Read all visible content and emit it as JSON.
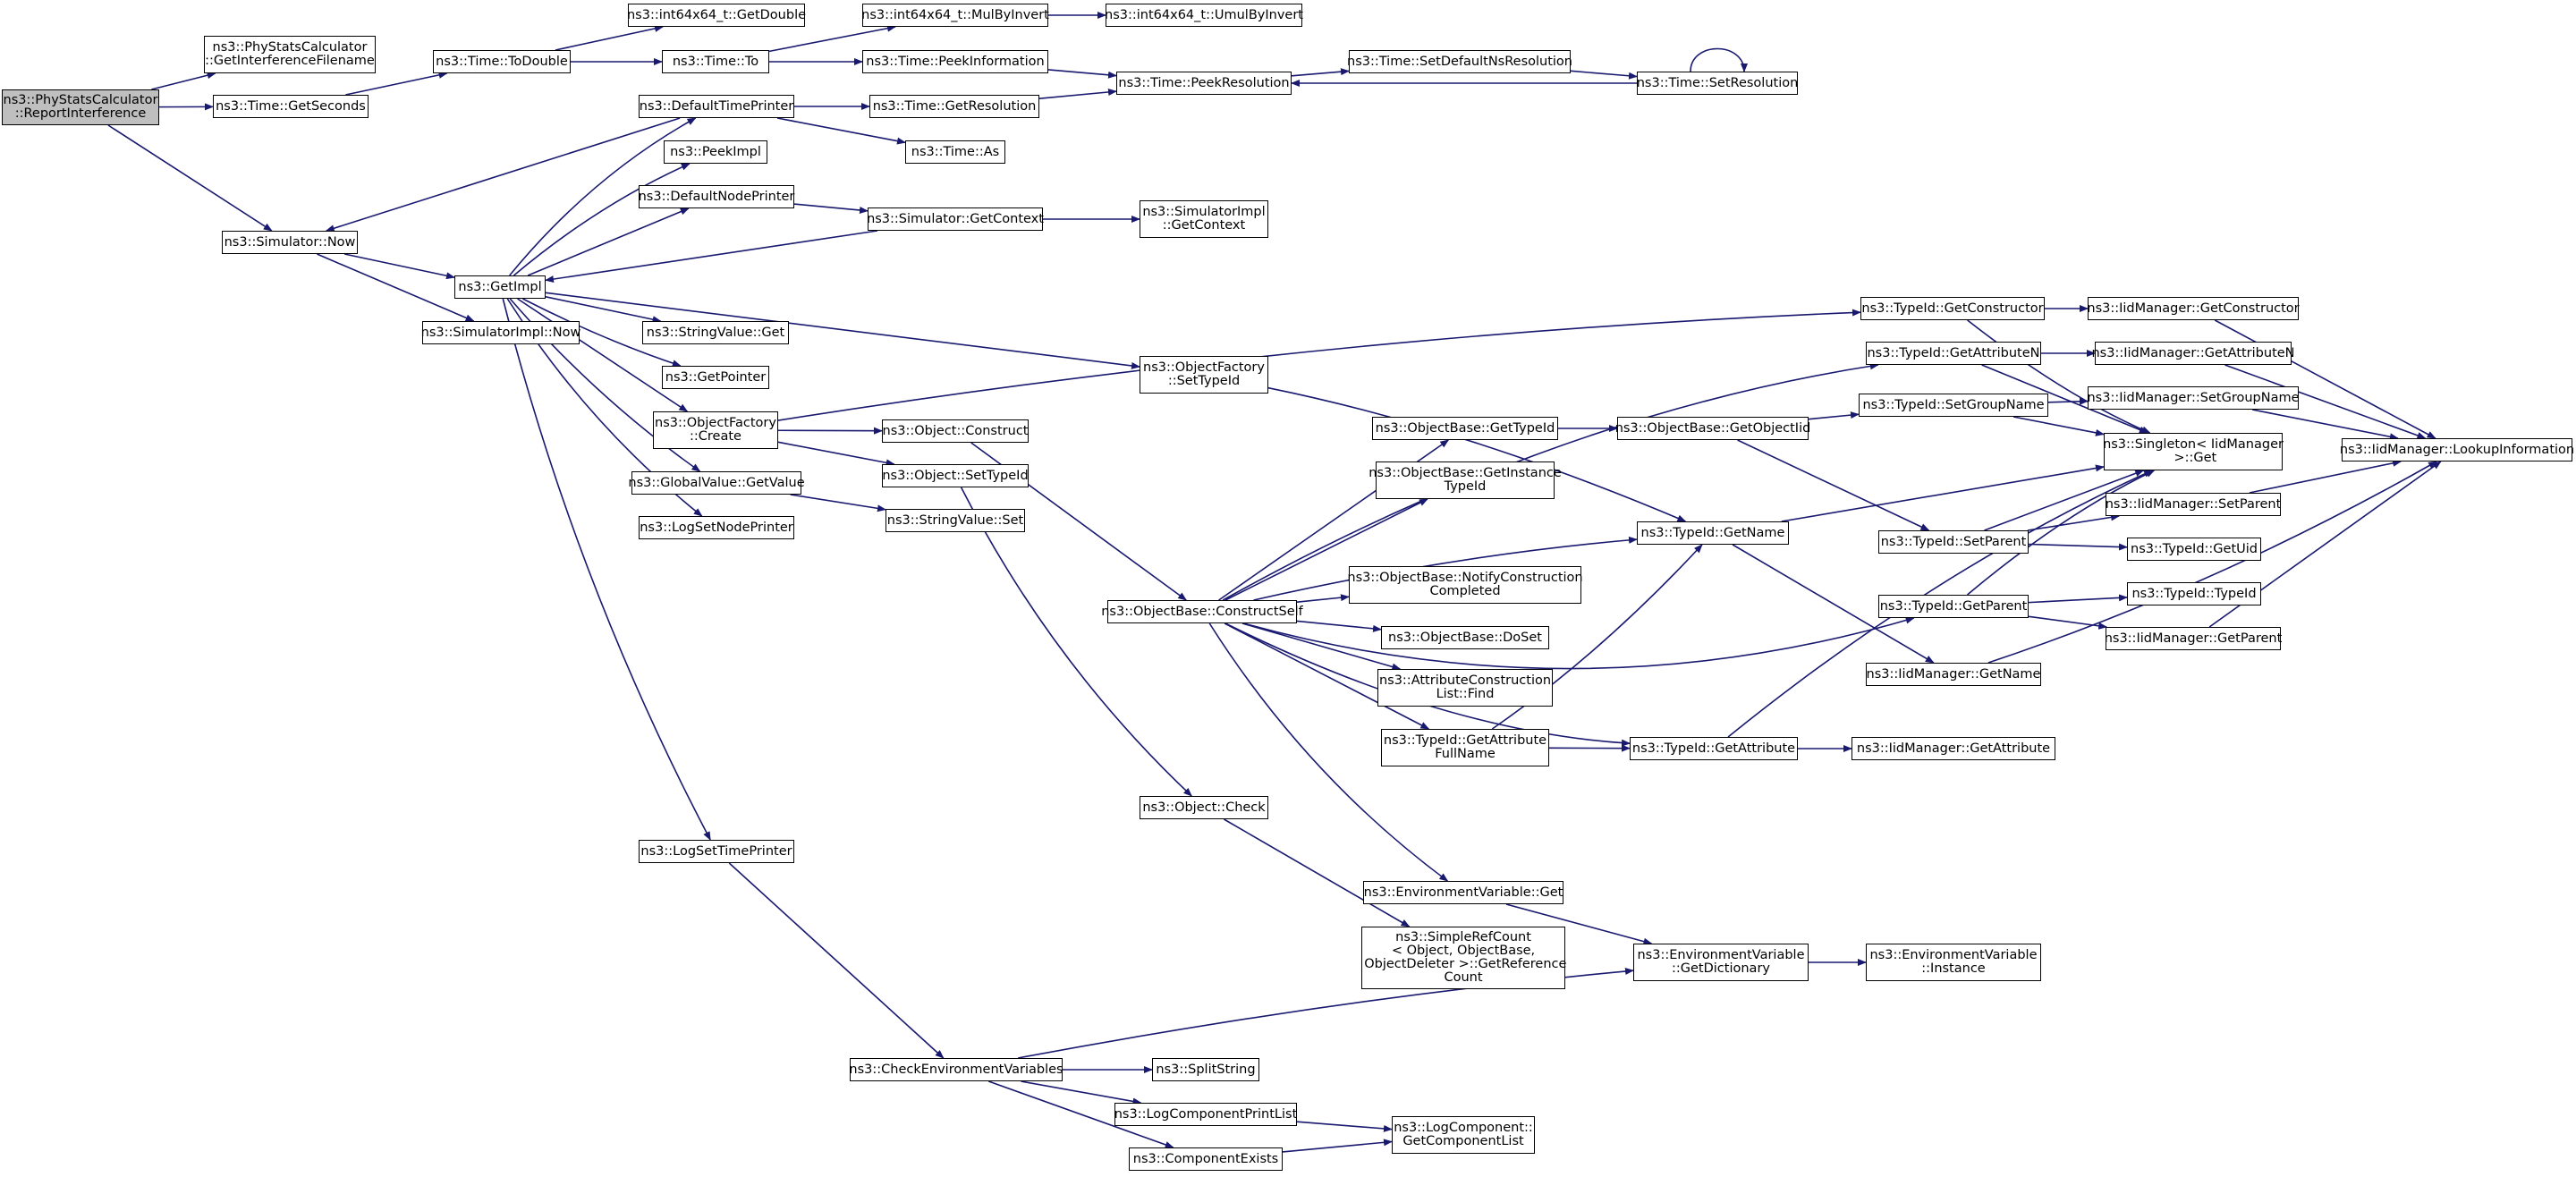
{
  "colors": {
    "edge": "#191970",
    "node_border": "#000000",
    "root_fill": "#bfbfbf",
    "node_fill": "#ffffff"
  },
  "nodes": [
    {
      "id": "report",
      "label": "ns3::PhyStatsCalculator\n::ReportInterference",
      "root": true
    },
    {
      "id": "getinterf",
      "label": "ns3::PhyStatsCalculator\n::GetInterferenceFilename"
    },
    {
      "id": "getseconds",
      "label": "ns3::Time::GetSeconds"
    },
    {
      "id": "todouble",
      "label": "ns3::Time::ToDouble"
    },
    {
      "id": "int_getdouble",
      "label": "ns3::int64x64_t::GetDouble"
    },
    {
      "id": "time_to",
      "label": "ns3::Time::To"
    },
    {
      "id": "mulbyinvert",
      "label": "ns3::int64x64_t::MulByInvert"
    },
    {
      "id": "umulbyinvert",
      "label": "ns3::int64x64_t::UmulByInvert"
    },
    {
      "id": "peekinfo",
      "label": "ns3::Time::PeekInformation"
    },
    {
      "id": "peekres",
      "label": "ns3::Time::PeekResolution"
    },
    {
      "id": "setdefaultns",
      "label": "ns3::Time::SetDefaultNsResolution"
    },
    {
      "id": "setres",
      "label": "ns3::Time::SetResolution"
    },
    {
      "id": "defaulttimeprinter",
      "label": "ns3::DefaultTimePrinter"
    },
    {
      "id": "getresolution",
      "label": "ns3::Time::GetResolution"
    },
    {
      "id": "time_as",
      "label": "ns3::Time::As"
    },
    {
      "id": "peekimpl",
      "label": "ns3::PeekImpl"
    },
    {
      "id": "defaultnodeprinter",
      "label": "ns3::DefaultNodePrinter"
    },
    {
      "id": "sim_getcontext",
      "label": "ns3::Simulator::GetContext"
    },
    {
      "id": "simimpl_getcontext",
      "label": "ns3::SimulatorImpl\n::GetContext"
    },
    {
      "id": "sim_now",
      "label": "ns3::Simulator::Now"
    },
    {
      "id": "getimpl",
      "label": "ns3::GetImpl"
    },
    {
      "id": "simimpl_now",
      "label": "ns3::SimulatorImpl::Now"
    },
    {
      "id": "stringvalue_get",
      "label": "ns3::StringValue::Get"
    },
    {
      "id": "getpointer",
      "label": "ns3::GetPointer"
    },
    {
      "id": "of_create",
      "label": "ns3::ObjectFactory\n::Create"
    },
    {
      "id": "globalvalue_getvalue",
      "label": "ns3::GlobalValue::GetValue"
    },
    {
      "id": "logsetnodeprinter",
      "label": "ns3::LogSetNodePrinter"
    },
    {
      "id": "of_settypeid",
      "label": "ns3::ObjectFactory\n::SetTypeId"
    },
    {
      "id": "obj_construct",
      "label": "ns3::Object::Construct"
    },
    {
      "id": "obj_settypeid",
      "label": "ns3::Object::SetTypeId"
    },
    {
      "id": "stringvalue_set",
      "label": "ns3::StringValue::Set"
    },
    {
      "id": "ob_constructself",
      "label": "ns3::ObjectBase::ConstructSelf"
    },
    {
      "id": "ob_gettypeid",
      "label": "ns3::ObjectBase::GetTypeId"
    },
    {
      "id": "ob_getinstance",
      "label": "ns3::ObjectBase::GetInstance\nTypeId"
    },
    {
      "id": "ob_notify",
      "label": "ns3::ObjectBase::NotifyConstruction\nCompleted"
    },
    {
      "id": "ob_doset",
      "label": "ns3::ObjectBase::DoSet"
    },
    {
      "id": "acl_find",
      "label": "ns3::AttributeConstruction\nList::Find"
    },
    {
      "id": "tid_getattrfullname",
      "label": "ns3::TypeId::GetAttribute\nFullName"
    },
    {
      "id": "ob_getobjectiid",
      "label": "ns3::ObjectBase::GetObjectIid"
    },
    {
      "id": "tid_getname",
      "label": "ns3::TypeId::GetName"
    },
    {
      "id": "tid_getattribute",
      "label": "ns3::TypeId::GetAttribute"
    },
    {
      "id": "tid_getconstructor",
      "label": "ns3::TypeId::GetConstructor"
    },
    {
      "id": "tid_getattributen",
      "label": "ns3::TypeId::GetAttributeN"
    },
    {
      "id": "tid_setgroupname",
      "label": "ns3::TypeId::SetGroupName"
    },
    {
      "id": "singleton_get",
      "label": "ns3::Singleton< IidManager\n >::Get"
    },
    {
      "id": "tid_setparent",
      "label": "ns3::TypeId::SetParent"
    },
    {
      "id": "tid_getparent",
      "label": "ns3::TypeId::GetParent"
    },
    {
      "id": "iid_getname",
      "label": "ns3::IidManager::GetName"
    },
    {
      "id": "iid_getattribute",
      "label": "ns3::IidManager::GetAttribute"
    },
    {
      "id": "iid_getconstructor",
      "label": "ns3::IidManager::GetConstructor"
    },
    {
      "id": "iid_getattributen",
      "label": "ns3::IidManager::GetAttributeN"
    },
    {
      "id": "iid_setgroupname",
      "label": "ns3::IidManager::SetGroupName"
    },
    {
      "id": "iid_setparent",
      "label": "ns3::IidManager::SetParent"
    },
    {
      "id": "tid_getuid",
      "label": "ns3::TypeId::GetUid"
    },
    {
      "id": "tid_typeid",
      "label": "ns3::TypeId::TypeId"
    },
    {
      "id": "iid_getparent",
      "label": "ns3::IidManager::GetParent"
    },
    {
      "id": "iid_lookup",
      "label": "ns3::IidManager::LookupInformation"
    },
    {
      "id": "obj_check",
      "label": "ns3::Object::Check"
    },
    {
      "id": "logsettimeprinter",
      "label": "ns3::LogSetTimePrinter"
    },
    {
      "id": "envvar_get",
      "label": "ns3::EnvironmentVariable::Get"
    },
    {
      "id": "simplerefcount",
      "label": "ns3::SimpleRefCount\n< Object, ObjectBase,\n ObjectDeleter >::GetReference\nCount"
    },
    {
      "id": "envvar_getdict",
      "label": "ns3::EnvironmentVariable\n::GetDictionary"
    },
    {
      "id": "envvar_instance",
      "label": "ns3::EnvironmentVariable\n::Instance"
    },
    {
      "id": "checkenvvars",
      "label": "ns3::CheckEnvironmentVariables"
    },
    {
      "id": "splitstring",
      "label": "ns3::SplitString"
    },
    {
      "id": "logcomponentprintlist",
      "label": "ns3::LogComponentPrintList"
    },
    {
      "id": "logcomponent_getlist",
      "label": "ns3::LogComponent::\nGetComponentList"
    },
    {
      "id": "componentexists",
      "label": "ns3::ComponentExists"
    }
  ]
}
